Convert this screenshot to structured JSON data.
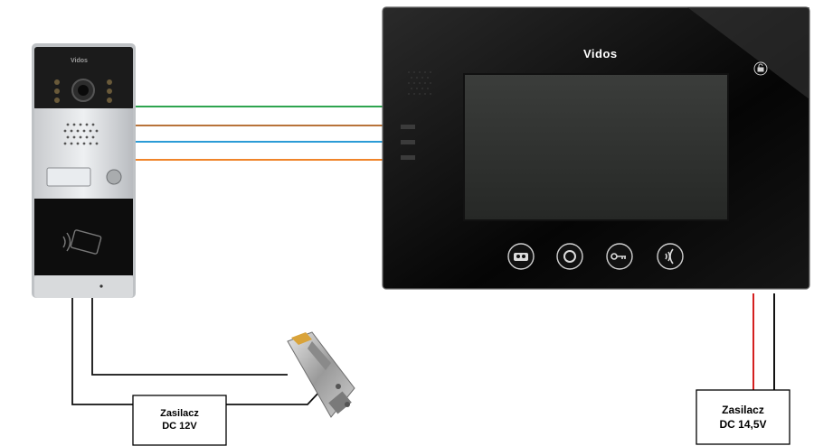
{
  "door_station": {
    "brand": "Vidos"
  },
  "monitor": {
    "brand": "Vidos",
    "buttons": [
      {
        "name": "intercom-button",
        "icon": "intercom-icon"
      },
      {
        "name": "monitor-button",
        "icon": "circle-icon"
      },
      {
        "name": "unlock-button",
        "icon": "key-icon"
      },
      {
        "name": "talk-button",
        "icon": "handset-icon"
      }
    ]
  },
  "wires": {
    "colors": [
      "#2ea44f",
      "#b8733a",
      "#2b9bd6",
      "#f0842a"
    ],
    "power_colors": [
      "#d42020",
      "#111111"
    ]
  },
  "psu_left": {
    "line1": "Zasilacz",
    "line2": "DC 12V"
  },
  "psu_right": {
    "line1": "Zasilacz",
    "line2": "DC 14,5V"
  }
}
